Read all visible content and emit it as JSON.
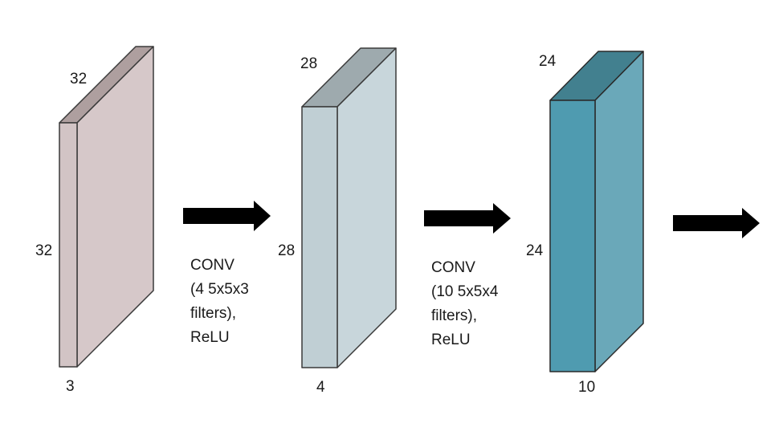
{
  "volumes": [
    {
      "width_label": "32",
      "height_label": "32",
      "depth_label": "3",
      "colors": {
        "front": "#d2c4c5",
        "side": "#d6c8c9",
        "top": "#ae9f9f",
        "stroke": "#3a3a3a"
      }
    },
    {
      "width_label": "28",
      "height_label": "28",
      "depth_label": "4",
      "colors": {
        "front": "#c0cfd4",
        "side": "#c8d6db",
        "top": "#9eaaae",
        "stroke": "#3a3a3a"
      }
    },
    {
      "width_label": "24",
      "height_label": "24",
      "depth_label": "10",
      "colors": {
        "front": "#4f9bb0",
        "side": "#6aa8b9",
        "top": "#42808f",
        "stroke": "#2a2a2a"
      }
    }
  ],
  "operations": [
    {
      "line1": "CONV",
      "line2": "(4 5x5x3",
      "line3": "filters),",
      "line4": "ReLU"
    },
    {
      "line1": "CONV",
      "line2": "(10 5x5x4",
      "line3": "filters),",
      "line4": "ReLU"
    }
  ],
  "arrow_color": "#000000"
}
